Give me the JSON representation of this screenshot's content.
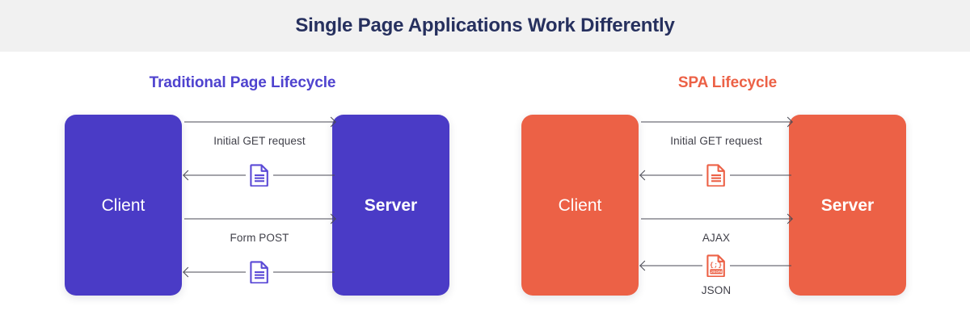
{
  "header": {
    "title": "Single Page Applications Work Differently",
    "background": "#f1f1f1",
    "title_color": "#26305e"
  },
  "theme": {
    "purple": "#4a3bc6",
    "purple_title": "#4f43cf",
    "orange": "#ec6146",
    "line": "#4a4a55",
    "label_text": "#3f3f48",
    "page_background": "#ffffff"
  },
  "panels": [
    {
      "id": "traditional",
      "title": "Traditional Page Lifecycle",
      "accent": "#4a3bc6",
      "client": {
        "label": "Client"
      },
      "server": {
        "label": "Server"
      },
      "flows": [
        {
          "request_label": "Initial GET request",
          "request_direction": "right",
          "response_direction": "left",
          "response_icon": "document-icon",
          "response_label": ""
        },
        {
          "request_label": "Form POST",
          "request_direction": "right",
          "response_direction": "left",
          "response_icon": "document-icon",
          "response_label": ""
        }
      ]
    },
    {
      "id": "spa",
      "title": "SPA Lifecycle",
      "accent": "#ec6146",
      "client": {
        "label": "Client"
      },
      "server": {
        "label": "Server"
      },
      "flows": [
        {
          "request_label": "Initial GET request",
          "request_direction": "right",
          "response_direction": "left",
          "response_icon": "document-icon",
          "response_label": ""
        },
        {
          "request_label": "AJAX",
          "request_direction": "right",
          "response_direction": "left",
          "response_icon": "json-file-icon",
          "response_label": "JSON"
        }
      ]
    }
  ]
}
